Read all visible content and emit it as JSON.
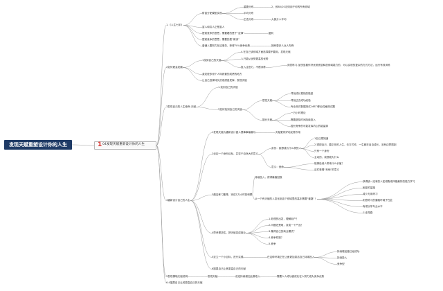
{
  "root": {
    "title": "发现天赋重塑设计你的人生"
  },
  "center": {
    "number": "1",
    "label": "04发现天赋重新设计你的人生"
  },
  "sections": [
    {
      "label": "1.《人生七年》",
      "children": [
        {
          "label": "财富分配模型实现",
          "children": [
            {
              "label": "重要分布",
              "children": [
                {
                  "label": "2、即80/20法则用于你的所有领域"
                }
              ]
            },
            {
              "label": "平均分布"
            },
            {
              "label": "正态分布",
              "children": [
                {
                  "label": "大部分人平均"
                }
              ]
            }
          ]
        },
        {
          "label": "富人和穷人正是富人"
        },
        {
          "label": "提前竞争的意思，需要看的是千“定律”",
          "children": [
            {
              "label": "复利"
            }
          ]
        },
        {
          "label": "提前竞争的意思，需要的是“教训”"
        },
        {
          "label": "普通人要努力在这事务，获得70%竞争优势",
          "children": [
            {
              "label": "拥有更多人比人先锋"
            }
          ]
        }
      ]
    },
    {
      "label": "2如何更会发展",
      "children": [
        {
          "label": "1找到自己的天赋",
          "children": [
            {
              "label": "4.在自己该领域方面选择要不要用，发现天赋"
            },
            {
              "label": "人只能从优势更高的优势"
            },
            {
              "label": "投入注意力，不断训练",
              "children": [
                {
                  "label": "刻意练习-加快显著作好优质底层释放领域能力的，可以实现的复杂的方式方法，运行有效训练"
                }
              ]
            }
          ]
        },
        {
          "label": "激发更多领个人特质要的成绩的地方"
        },
        {
          "label": "让自己选择持久的成绩差发挥，发现天赋"
        }
      ]
    },
    {
      "label": "3发现自己的人生使命-天赋",
      "children": [
        {
          "label": "1.找到自己的天赋"
        },
        {
          "label": "2如何找到自己的天赋",
          "children": [
            {
              "label": "层性天赋",
              "children": [
                {
                  "label": "寻找成长更快的能量"
                },
                {
                  "label": "寻找过去成功经验"
                },
                {
                  "label": "专业测评数据测试-MBTI职业性格测试题"
                }
              ]
            },
            {
              "label": "擅长天赋",
              "children": [
                {
                  "label": "一万小时理论"
                },
                {
                  "label": "需要虚拟时间持续投入"
                },
                {
                  "label": "擅长竞争的可能发挥内心的能量源"
                }
              ]
            }
          ]
        }
      ]
    },
    {
      "label": "4重新设计自己的人生",
      "children": [
        {
          "label": "1发现天赋为重新设计做人提事事最高与",
          "children": [
            {
              "label": "天赋更有好地优秀作用"
            }
          ]
        },
        {
          "label": "2设定一个身份目标，并坚于自然大的意义",
          "children": [
            {
              "label": "身份：我想成为什么样的人",
              "children": [
                {
                  "label": "1自己想知道"
                },
                {
                  "label": "2 透视自己，要正在的人生，去方式作，一生都在自自成长，没有边界限制"
                },
                {
                  "label": "只有一个身份"
                },
                {
                  "label": "主动的，我想成为什么"
                }
              ]
            },
            {
              "label": "意义：使命",
              "children": [
                {
                  "label": "能够给他人带来什么价值？"
                },
                {
                  "label": "这件事情“利他”的意义"
                }
              ]
            }
          ]
        },
        {
          "label": "3痛苦练习集降，完成1万小时的积累",
          "children": [
            {
              "label": "持续投入，获得最高回报"
            },
            {
              "label": "从一个有天赋的人变化到这个领域里的高手需要“套路”！",
              "children": [
                {
                  "label": "获得统一定有的人如领跑或体能最好的能力学习"
                },
                {
                  "label": "固定的量路"
                },
                {
                  "label": "减少无用练习"
                },
                {
                  "label": "刻意练习的套路环境子在此"
                },
                {
                  "label": "有成功学专业水平"
                },
                {
                  "label": "少走弯路"
                }
              ]
            }
          ]
        },
        {
          "label": "4思考理念性，把天赋变成事业",
          "children": [
            {
              "label": "1.处理的出发，理解用户？"
            },
            {
              "label": "2.问题还是难，变成一个产品？"
            },
            {
              "label": "3.集得自己的商业模式？"
            },
            {
              "label": "4.竞争机制？"
            },
            {
              "label": "5.竞争"
            }
          ]
        },
        {
          "label": "5定立一个小目标，进行实践",
          "children": [
            {
              "label": "在这种环境正在让面更加激活自己持续投入",
              "children": [
                {
                  "label": "持续增加做已经成功"
                },
                {
                  "label": "持续投入"
                },
                {
                  "label": "竞争型"
                }
              ]
            }
          ]
        },
        {
          "label": "6擅果自己让其更高自己的天赋"
        }
      ]
    },
    {
      "label": "5发现情境天赋说明",
      "children": [
        {
          "label": "发现天赋",
          "children": [
            {
              "label": "说定持续增加比赛收入",
              "children": [
                {
                  "label": "需要人人成功被成化在人努力成为竞争优势"
                }
              ]
            }
          ]
        }
      ]
    },
    {
      "label": "6.4擅果自己让其更高自己的天赋"
    }
  ]
}
